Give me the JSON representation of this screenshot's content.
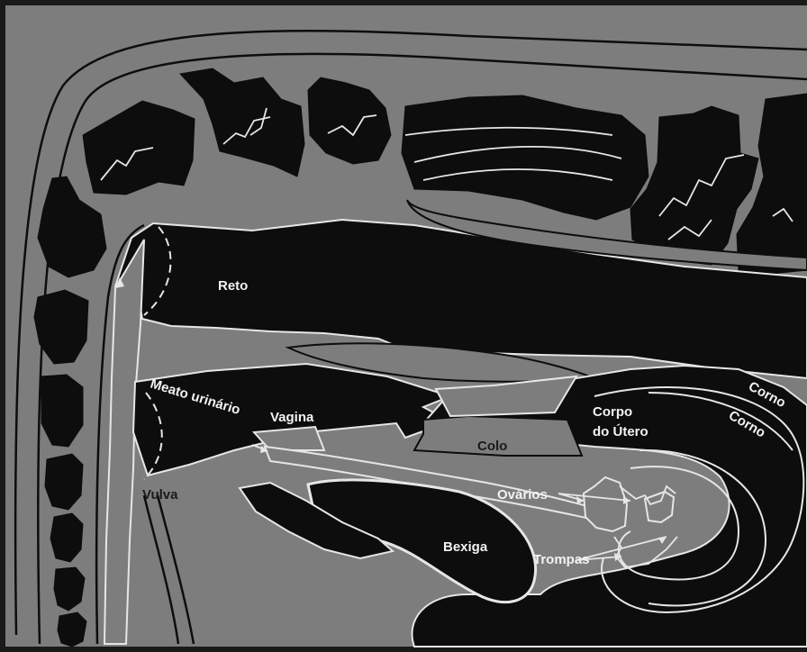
{
  "colors": {
    "background": "#7d7d7d",
    "tissue": "#0d0d0d",
    "outline": "#e6e6e6",
    "frame": "#1a1a1a"
  },
  "labels": {
    "reto": "Reto",
    "meato_urinario": "Meato urinário",
    "vagina": "Vagina",
    "vulva": "Vulva",
    "colo": "Colo",
    "corpo_line1": "Corpo",
    "corpo_line2": "do Útero",
    "corno_upper": "Corno",
    "corno_lower": "Corno",
    "ovarios": "Ovários",
    "bexiga": "Bexiga",
    "trompas": "Trompas"
  }
}
